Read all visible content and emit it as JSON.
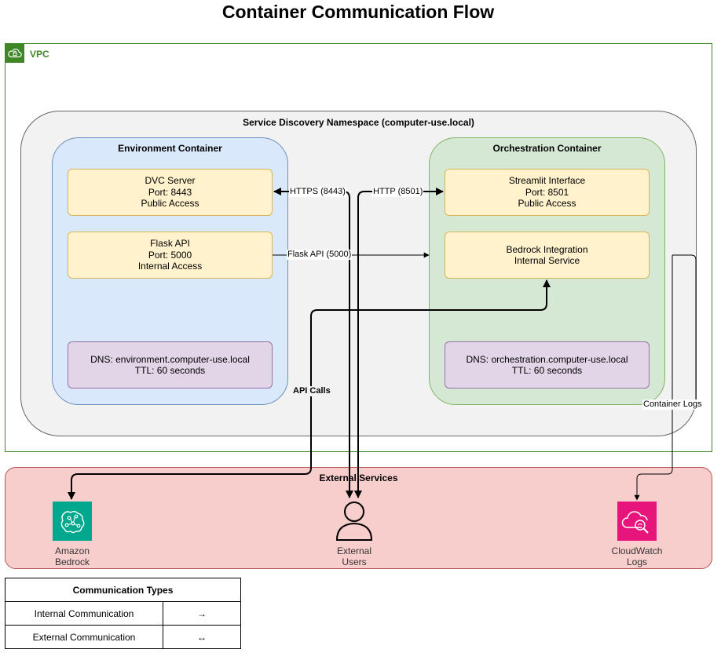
{
  "title": "Container Communication Flow",
  "vpc": {
    "label": "VPC",
    "icon": "vpc-cloud-lock-icon",
    "color": "#3f8624"
  },
  "namespace": {
    "label": "Service Discovery Namespace (computer-use.local)"
  },
  "environment": {
    "label": "Environment Container",
    "dvc": {
      "name": "DVC Server",
      "port": "Port: 8443",
      "access": "Public Access"
    },
    "flask": {
      "name": "Flask API",
      "port": "Port: 5000",
      "access": "Internal Access"
    },
    "dns": {
      "name": "DNS: environment.computer-use.local",
      "ttl": "TTL: 60 seconds"
    }
  },
  "orchestration": {
    "label": "Orchestration Container",
    "streamlit": {
      "name": "Streamlit Interface",
      "port": "Port: 8501",
      "access": "Public Access"
    },
    "bedrock": {
      "name": "Bedrock Integration",
      "service": "Internal Service"
    },
    "dns": {
      "name": "DNS: orchestration.computer-use.local",
      "ttl": "TTL: 60 seconds"
    }
  },
  "edges": {
    "https": "HTTPS (8443)",
    "http": "HTTP (8501)",
    "flask": "Flask API (5000)",
    "api_calls": "API Calls",
    "logs": "Container Logs"
  },
  "external": {
    "label": "External Services",
    "bedrock": {
      "line1": "Amazon",
      "line2": "Bedrock",
      "icon": "amazon-bedrock-icon",
      "color": "#01a88d"
    },
    "users": {
      "line1": "External",
      "line2": "Users",
      "icon": "user-icon"
    },
    "cloudwatch": {
      "line1": "CloudWatch",
      "line2": "Logs",
      "icon": "cloudwatch-logs-icon",
      "color": "#e7157b"
    }
  },
  "legend": {
    "header": "Communication Types",
    "rows": [
      {
        "type": "Internal Communication",
        "symbol": "→"
      },
      {
        "type": "External Communication",
        "symbol": "↔"
      }
    ]
  }
}
